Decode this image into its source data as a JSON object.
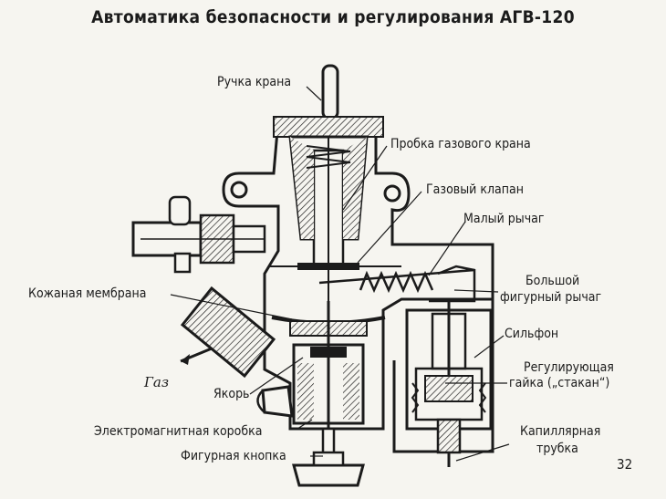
{
  "title": "Автоматика безопасности и регулирования АГВ-120",
  "labels": {
    "handle": "Ручка крана",
    "plug": "Пробка газового крана",
    "gas_valve": "Газовый клапан",
    "small_lever": "Малый рычаг",
    "big_lever_1": "Большой",
    "big_lever_2": "фигурный рычаг",
    "membrane": "Кожаная мембрана",
    "bellows": "Сильфон",
    "nut_1": "Регулирующая",
    "nut_2": "гайка („стакан“)",
    "armature": "Якорь",
    "em_box": "Электромагнитная коробка",
    "capillary_1": "Капиллярная",
    "capillary_2": "трубка",
    "button": "Фигурная кнопка",
    "gas": "Газ"
  },
  "page_number": "32"
}
